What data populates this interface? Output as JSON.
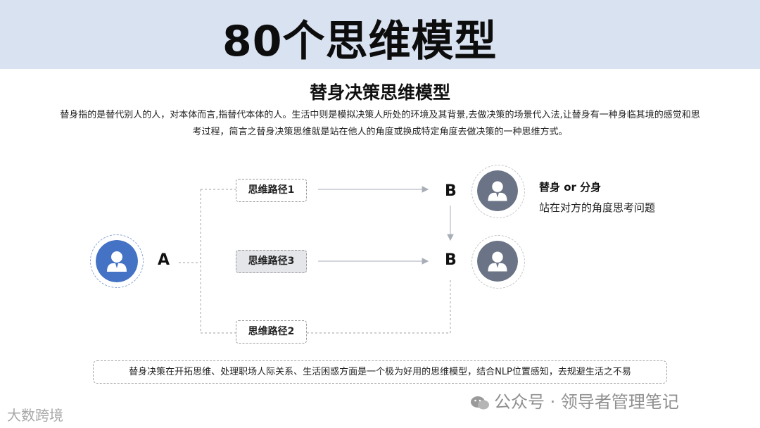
{
  "header": {
    "title": "80个思维模型"
  },
  "subtitle": "替身决策思维模型",
  "description": [
    "替身指的是替代别人的人，对本体而言,指替代本体的人。生活中则是模拟决策人所处的环境及其背景,去做决策的场景代入法,让替身有一种身临其境的感觉和思",
    "考过程，简言之替身决策思维就是站在他人的角度或换成特定角度去做决策的一种思维方式。"
  ],
  "diagram": {
    "node_a": "A",
    "node_b_top": "B",
    "node_b_mid": "B",
    "path1": "思维路径1",
    "path3": "思维路径3",
    "path2": "思维路径2",
    "side_label": "替身 or 分身",
    "side_note": "站在对方的角度思考问题",
    "colors": {
      "primary_avatar": "#4472c4",
      "grey_avatar": "#6b7486",
      "arrow": "#b8bcc6"
    },
    "icons": [
      "user-icon"
    ]
  },
  "footer": "替身决策在开拓思维、处理职场人际关系、生活困惑方面是一个极为好用的思维模型，结合NLP位置感知，去规避生活之不易",
  "watermark": {
    "wechat": "公众号 · 领导者管理笔记",
    "logo": "大数跨境"
  }
}
